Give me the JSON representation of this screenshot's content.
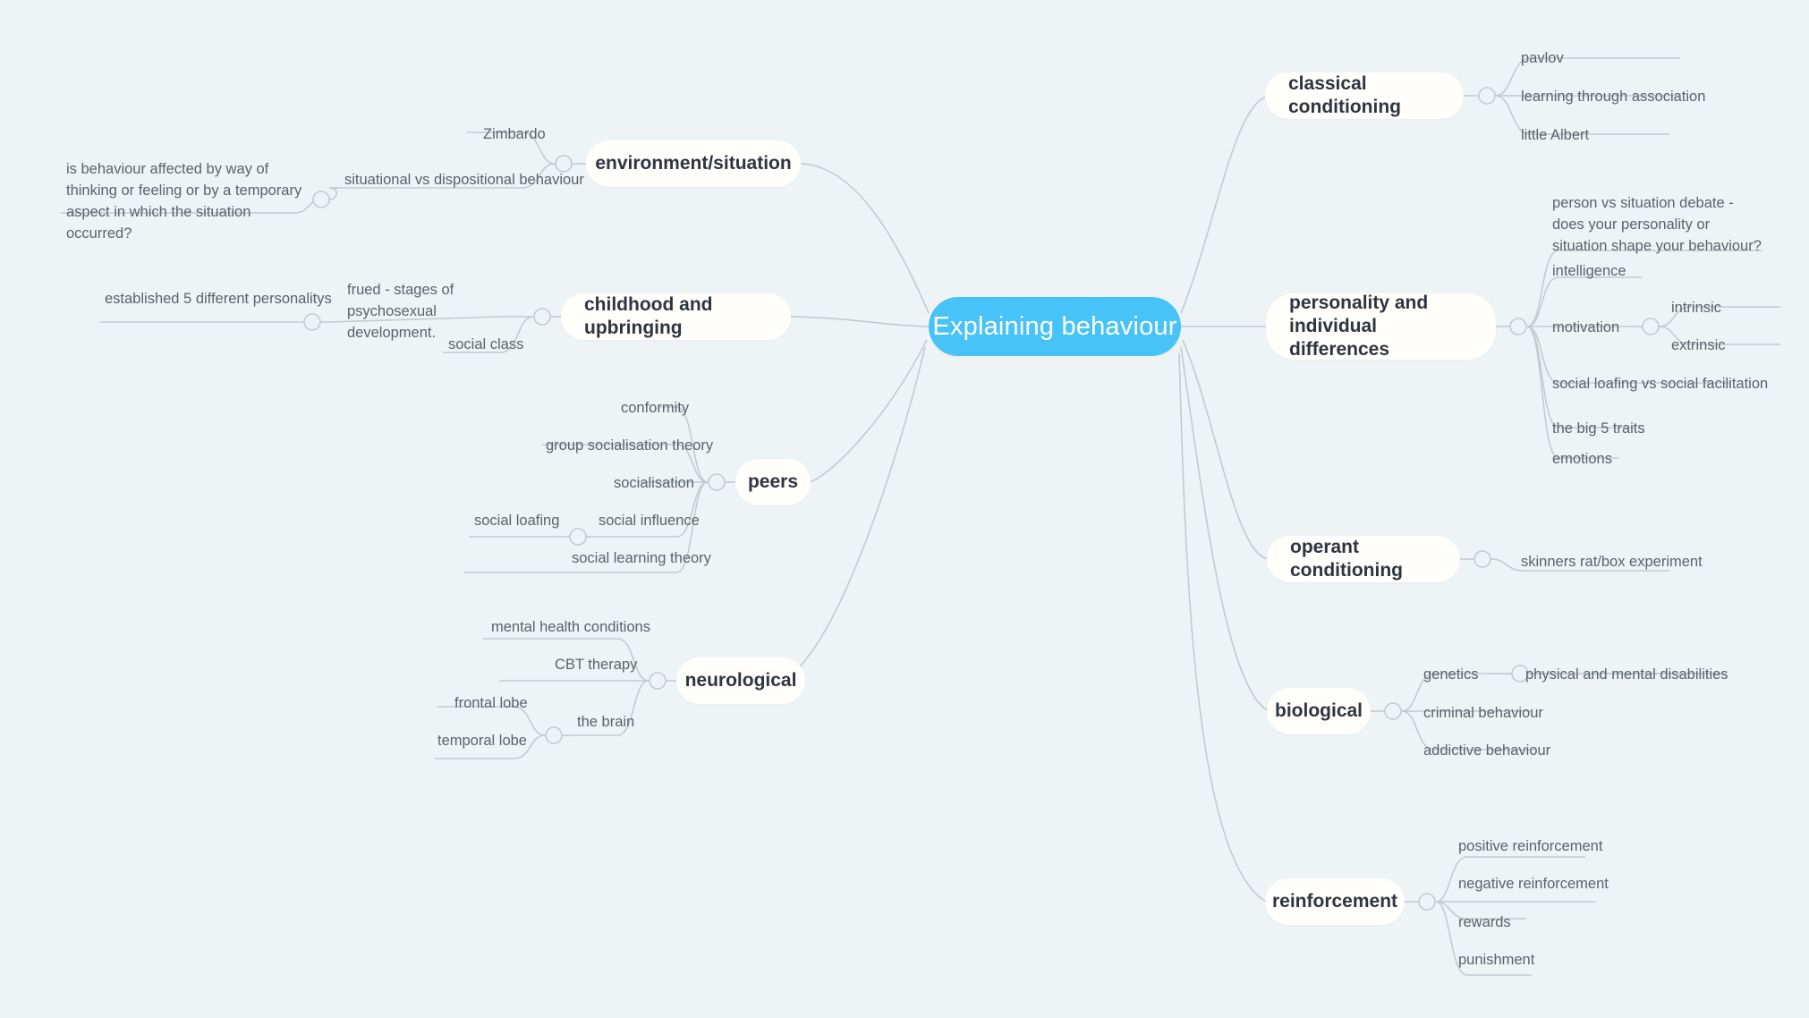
{
  "theme": {
    "background": "#eef3f6",
    "root_fill": "#48c3f7",
    "root_text": "#ffffff",
    "branch_fill": "#fffefb",
    "branch_text": "#2e3440",
    "leaf_text": "#5a636b",
    "link_stroke": "#c3cbd0"
  },
  "root": {
    "label": "Explaining behaviour"
  },
  "branches": {
    "classical_conditioning": {
      "label": "classical conditioning",
      "children": [
        {
          "label": "pavlov"
        },
        {
          "label": "learning through association"
        },
        {
          "label": "little Albert"
        }
      ]
    },
    "personality": {
      "label": "personality and individual differences",
      "children": [
        {
          "label": "person vs situation debate - does your personality or situation shape your behaviour?"
        },
        {
          "label": "intelligence"
        },
        {
          "label": "motivation",
          "children": [
            {
              "label": "intrinsic"
            },
            {
              "label": "extrinsic"
            }
          ]
        },
        {
          "label": "social loafing vs social facilitation"
        },
        {
          "label": "the big 5 traits"
        },
        {
          "label": "emotions"
        }
      ]
    },
    "operant_conditioning": {
      "label": "operant conditioning",
      "children": [
        {
          "label": "skinners rat/box experiment"
        }
      ]
    },
    "biological": {
      "label": "biological",
      "children": [
        {
          "label": "genetics",
          "children": [
            {
              "label": "physical and mental disabilities"
            }
          ]
        },
        {
          "label": "criminal behaviour"
        },
        {
          "label": "addictive behaviour"
        }
      ]
    },
    "reinforcement": {
      "label": "reinforcement",
      "children": [
        {
          "label": "positive reinforcement"
        },
        {
          "label": "negative reinforcement"
        },
        {
          "label": "rewards"
        },
        {
          "label": "punishment"
        }
      ]
    },
    "environment": {
      "label": "environment/situation",
      "children": [
        {
          "label": "Zimbardo"
        },
        {
          "label": "situational vs dispositional behaviour",
          "children": [
            {
              "label": "is behaviour affected by way of thinking or feeling or by a temporary aspect in which the situation occurred?"
            }
          ]
        }
      ]
    },
    "childhood": {
      "label": "childhood and upbringing",
      "children": [
        {
          "label": "frued - stages of psychosexual development.",
          "children": [
            {
              "label": "established 5 different personalitys"
            }
          ]
        },
        {
          "label": "social class"
        }
      ]
    },
    "peers": {
      "label": "peers",
      "children": [
        {
          "label": "conformity"
        },
        {
          "label": "group socialisation theory"
        },
        {
          "label": "socialisation"
        },
        {
          "label": "social influence",
          "children": [
            {
              "label": "social loafing"
            }
          ]
        },
        {
          "label": "social learning theory"
        }
      ]
    },
    "neurological": {
      "label": "neurological",
      "children": [
        {
          "label": "mental health conditions"
        },
        {
          "label": "CBT therapy"
        },
        {
          "label": "the brain",
          "children": [
            {
              "label": "frontal lobe"
            },
            {
              "label": "temporal lobe"
            }
          ]
        }
      ]
    }
  }
}
